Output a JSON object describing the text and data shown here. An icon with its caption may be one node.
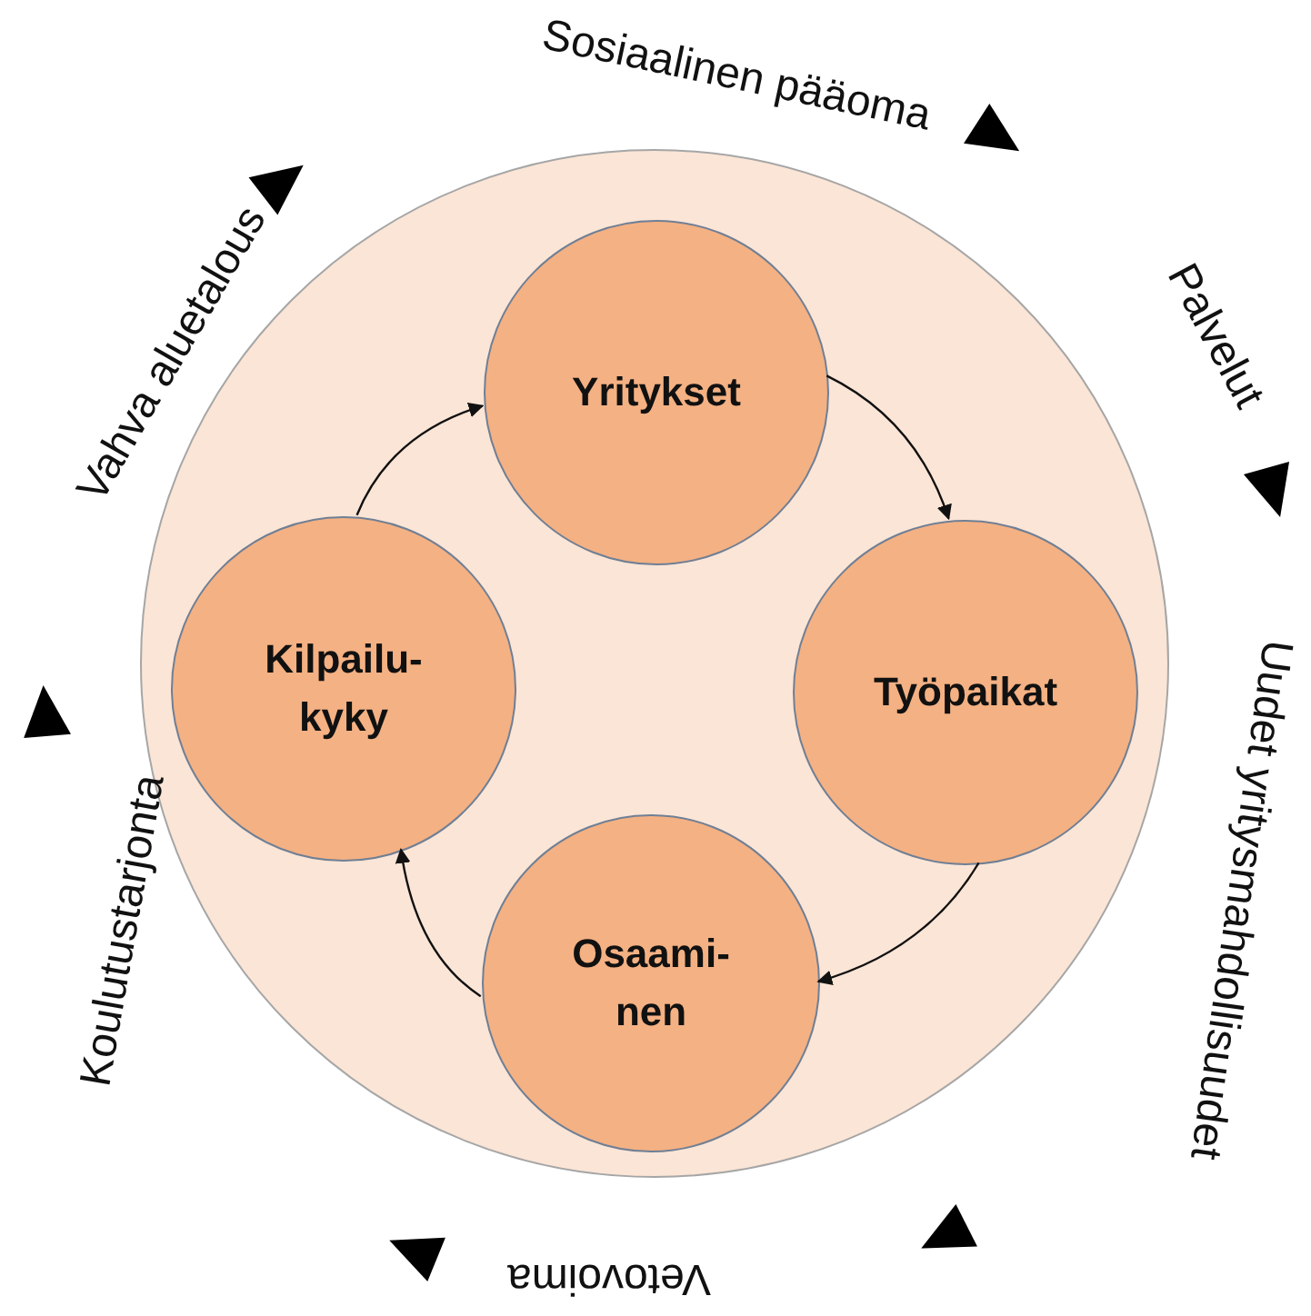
{
  "diagram": {
    "nodes": [
      {
        "text": [],
        "shape": "circle"
      },
      {
        "text": [
          "Yritykset"
        ],
        "in": 0
      },
      {
        "text": [
          "Kilpailu- kyky"
        ],
        "in": 0
      },
      {
        "text": [
          "Työpaikat"
        ],
        "in": 0
      },
      {
        "text": [
          "Osaami- nen"
        ],
        "in": 0
      }
    ],
    "edges": [
      {
        "from": 1,
        "to": 3,
        "arrow": "to"
      },
      {
        "from": 3,
        "to": 4,
        "arrow": "to"
      },
      {
        "from": 4,
        "to": 2,
        "arrow": "to"
      },
      {
        "from": 2,
        "to": 1,
        "arrow": "to"
      }
    ],
    "labels": [
      "Sosiaalinen pääoma",
      "Palvelut",
      "Uudet yritysmahdollisuudet",
      "Vetovoima",
      "Koulutustarjonta",
      "Vahva aluetalous"
    ]
  }
}
